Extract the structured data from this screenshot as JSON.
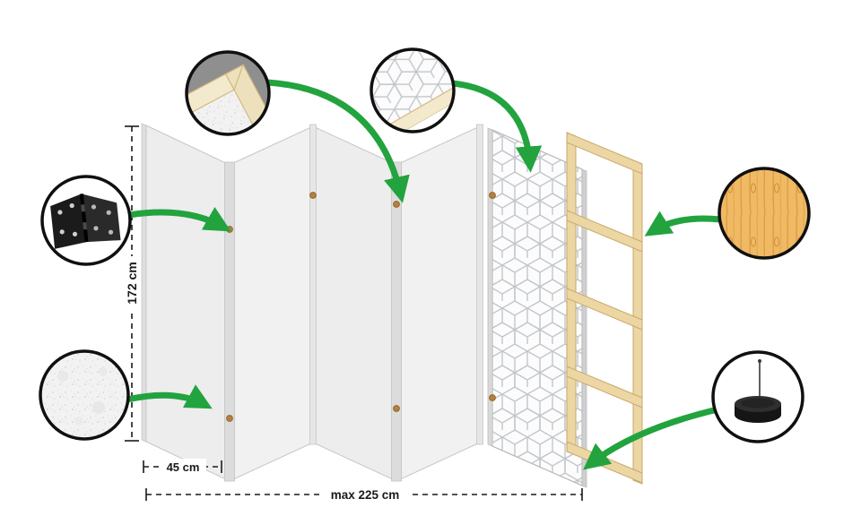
{
  "diagram": {
    "type": "product-diagram",
    "subject": "5-panel folding room divider with exploded patterned panel and pine wood frame",
    "dimensions": {
      "height": "172 cm",
      "panel_width": "45 cm",
      "max_width": "max 225 cm"
    },
    "callouts": [
      {
        "id": "frame-corner",
        "label": "canvas-wrapped frame corner detail"
      },
      {
        "id": "pattern-corner",
        "label": "geometric pattern print on frame corner"
      },
      {
        "id": "hinge",
        "label": "black metal hinge"
      },
      {
        "id": "canvas-texture",
        "label": "non-woven canvas texture"
      },
      {
        "id": "wood-texture",
        "label": "natural pine wood texture"
      },
      {
        "id": "foot",
        "label": "round stabilizing foot with pin"
      }
    ],
    "colors": {
      "accent_green": "#22a33e",
      "panel_gray": "#ededed",
      "pattern_line": "#c2c6cc",
      "pine": "#ecd6a4",
      "pine_stroke": "#c9a867",
      "hinge_black": "#1b1b1b",
      "dimension_line": "#1a1a1a"
    }
  }
}
